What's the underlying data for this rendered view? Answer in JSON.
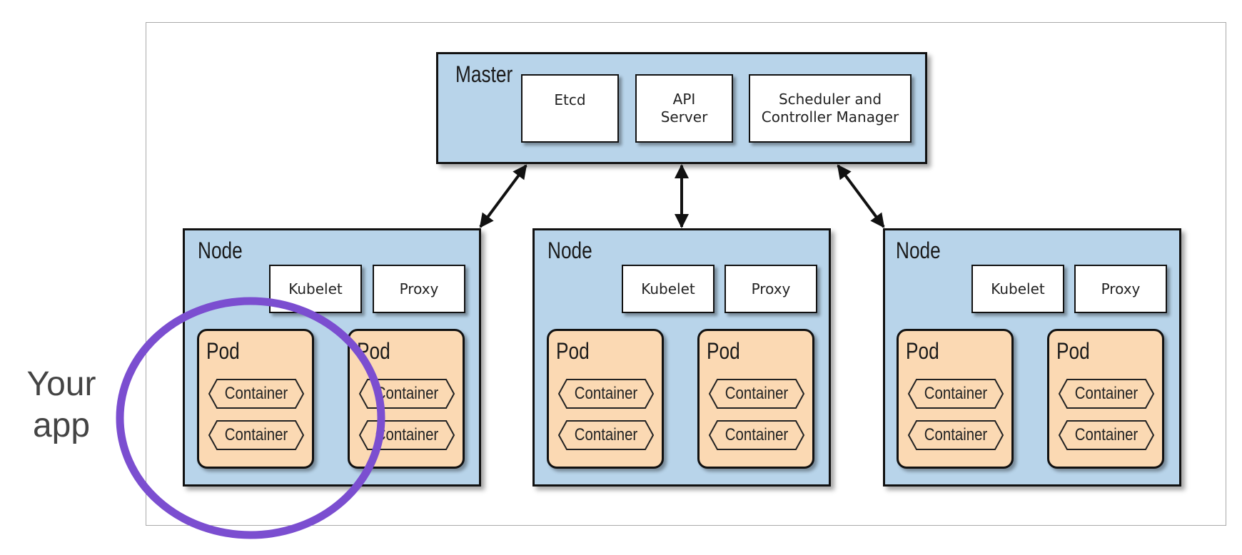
{
  "master": {
    "label": "Master",
    "components": [
      "Etcd",
      "API\nServer",
      "Scheduler and\nController Manager"
    ]
  },
  "nodes": [
    {
      "label": "Node",
      "kubelet": "Kubelet",
      "proxy": "Proxy",
      "pods": [
        {
          "label": "Pod",
          "containers": [
            "Container",
            "Container"
          ]
        },
        {
          "label": "Pod",
          "containers": [
            "Container",
            "Container"
          ]
        }
      ]
    },
    {
      "label": "Node",
      "kubelet": "Kubelet",
      "proxy": "Proxy",
      "pods": [
        {
          "label": "Pod",
          "containers": [
            "Container",
            "Container"
          ]
        },
        {
          "label": "Pod",
          "containers": [
            "Container",
            "Container"
          ]
        }
      ]
    },
    {
      "label": "Node",
      "kubelet": "Kubelet",
      "proxy": "Proxy",
      "pods": [
        {
          "label": "Pod",
          "containers": [
            "Container",
            "Container"
          ]
        },
        {
          "label": "Pod",
          "containers": [
            "Container",
            "Container"
          ]
        }
      ]
    }
  ],
  "annotation": {
    "text": "Your app",
    "color": "#7b4ed0"
  },
  "colors": {
    "cluster_fill": "#b8d4ea",
    "pod_fill": "#fbd9b3"
  }
}
